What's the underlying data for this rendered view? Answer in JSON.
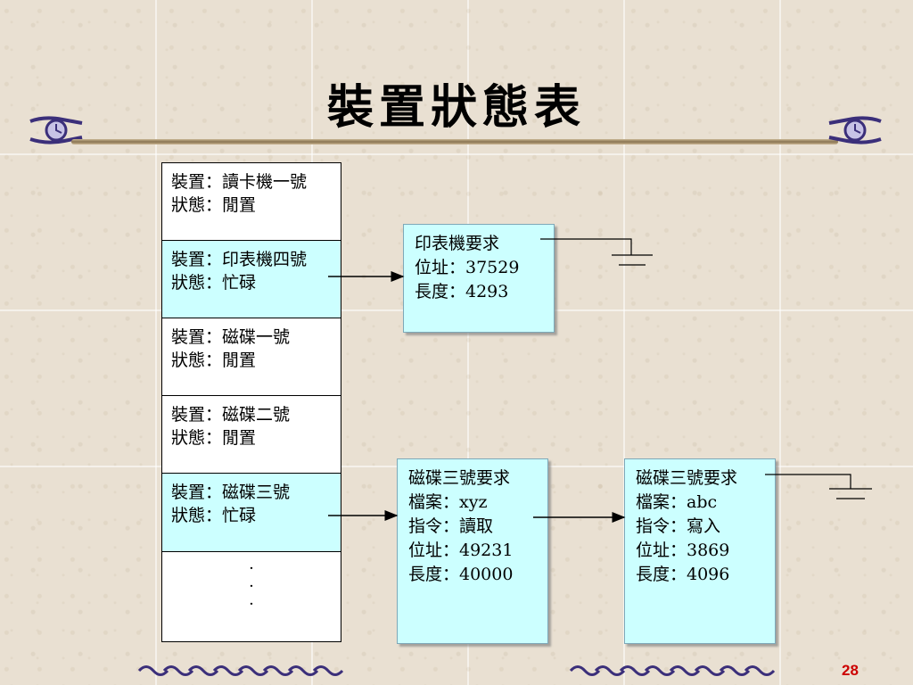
{
  "title": "裝置狀態表",
  "devices": [
    {
      "line1": "裝置：讀卡機一號",
      "line2": "狀態：閒置"
    },
    {
      "line1": "裝置：印表機四號",
      "line2": "狀態：忙碌"
    },
    {
      "line1": "裝置：磁碟一號",
      "line2": "狀態：閒置"
    },
    {
      "line1": "裝置：磁碟二號",
      "line2": "狀態：閒置"
    },
    {
      "line1": "裝置：磁碟三號",
      "line2": "狀態：忙碌"
    }
  ],
  "ellipsis": [
    "·",
    "·",
    "·"
  ],
  "requests": {
    "printer": [
      "印表機要求",
      "位址：37529",
      "長度：4293"
    ],
    "disk3_a": [
      "磁碟三號要求",
      "檔案：xyz",
      "指令：讀取",
      "位址：49231",
      "長度：40000"
    ],
    "disk3_b": [
      "磁碟三號要求",
      "檔案：abc",
      "指令：寫入",
      "位址：3869",
      "長度：4096"
    ]
  },
  "page_number": "28",
  "colors": {
    "busy_fill": "#ccffff",
    "arrow": "#000000",
    "page_number": "#cc0000"
  }
}
